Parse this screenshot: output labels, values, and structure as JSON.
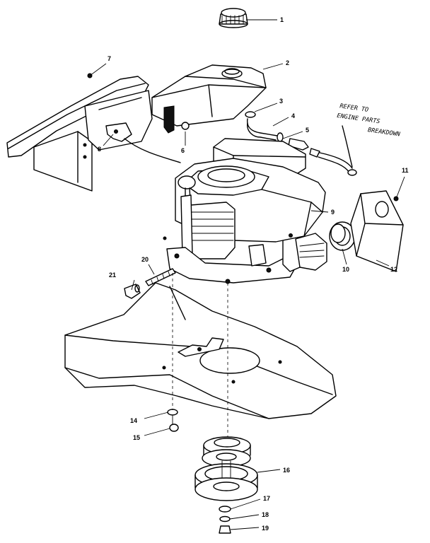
{
  "callouts": {
    "c1": "1",
    "c2": "2",
    "c3": "3",
    "c4": "4",
    "c5": "5",
    "c6": "6",
    "c7": "7",
    "c8": "8",
    "c9": "9",
    "c10": "10",
    "c11": "11",
    "c12": "12",
    "c14": "14",
    "c15": "15",
    "c16": "16",
    "c17": "17",
    "c18": "18",
    "c19": "19",
    "c20": "20",
    "c21": "21"
  },
  "note": {
    "line1": "REFER TO",
    "line2": "ENGINE PARTS",
    "line3": "BREAKDOWN"
  }
}
